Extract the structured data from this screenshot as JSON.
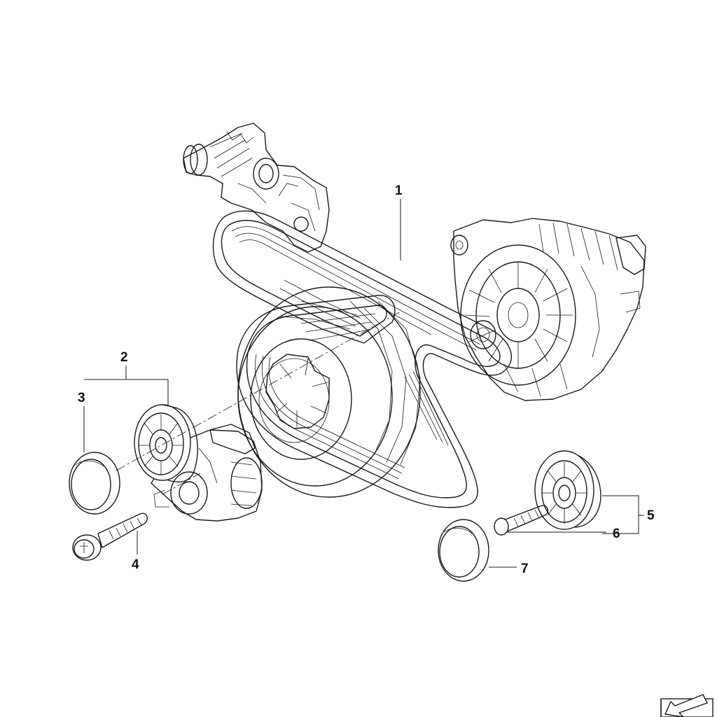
{
  "diagram": {
    "callouts": [
      {
        "id": "1",
        "text": "1"
      },
      {
        "id": "2",
        "text": "2"
      },
      {
        "id": "3",
        "text": "3"
      },
      {
        "id": "4",
        "text": "4"
      },
      {
        "id": "5",
        "text": "5"
      },
      {
        "id": "6",
        "text": "6"
      },
      {
        "id": "7",
        "text": "7"
      }
    ],
    "icons": {
      "corner": "arrow-direction-icon"
    },
    "colors": {
      "line": "#1a1a1a",
      "background": "#ffffff"
    }
  }
}
